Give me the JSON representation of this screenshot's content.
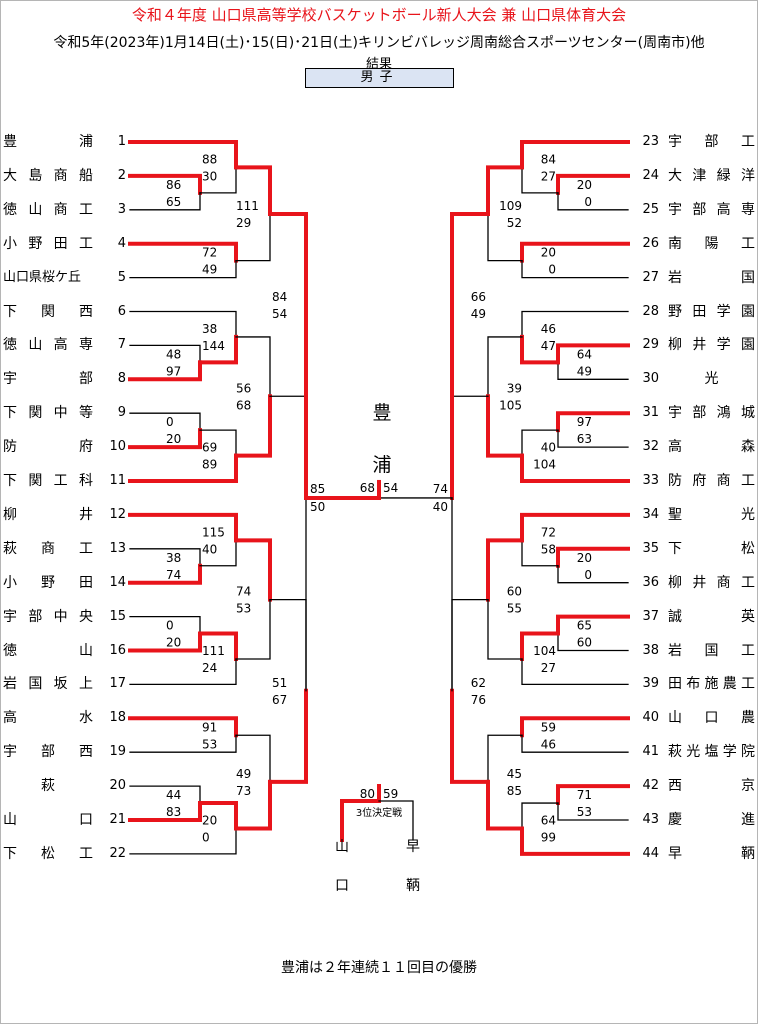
{
  "header": {
    "title": "令和４年度 山口県高等学校バスケットボール新人大会 兼 山口県体育大会",
    "subtitle": "令和5年(2023年)1月14日(土)･15(日)･21日(土)キリンビバレッジ周南総合スポーツセンター(周南市)他",
    "result_label": "結果",
    "gender": "男子"
  },
  "teams": [
    {
      "seed": 1,
      "name": "豊浦"
    },
    {
      "seed": 2,
      "name": "大島商船"
    },
    {
      "seed": 3,
      "name": "徳山商工"
    },
    {
      "seed": 4,
      "name": "小野田工"
    },
    {
      "seed": 5,
      "name": "山口県桜ケ丘"
    },
    {
      "seed": 6,
      "name": "下関西"
    },
    {
      "seed": 7,
      "name": "徳山高専"
    },
    {
      "seed": 8,
      "name": "宇部"
    },
    {
      "seed": 9,
      "name": "下関中等"
    },
    {
      "seed": 10,
      "name": "防府"
    },
    {
      "seed": 11,
      "name": "下関工科"
    },
    {
      "seed": 12,
      "name": "柳井"
    },
    {
      "seed": 13,
      "name": "萩商工"
    },
    {
      "seed": 14,
      "name": "小野田"
    },
    {
      "seed": 15,
      "name": "宇部中央"
    },
    {
      "seed": 16,
      "name": "徳山"
    },
    {
      "seed": 17,
      "name": "岩国坂上"
    },
    {
      "seed": 18,
      "name": "高水"
    },
    {
      "seed": 19,
      "name": "宇部西"
    },
    {
      "seed": 20,
      "name": "萩"
    },
    {
      "seed": 21,
      "name": "山口"
    },
    {
      "seed": 22,
      "name": "下松工"
    },
    {
      "seed": 23,
      "name": "宇部工"
    },
    {
      "seed": 24,
      "name": "大津緑洋"
    },
    {
      "seed": 25,
      "name": "宇部高専"
    },
    {
      "seed": 26,
      "name": "南陽工"
    },
    {
      "seed": 27,
      "name": "岩国"
    },
    {
      "seed": 28,
      "name": "野田学園"
    },
    {
      "seed": 29,
      "name": "柳井学園"
    },
    {
      "seed": 30,
      "name": "光"
    },
    {
      "seed": 31,
      "name": "宇部鴻城"
    },
    {
      "seed": 32,
      "name": "高森"
    },
    {
      "seed": 33,
      "name": "防府商工"
    },
    {
      "seed": 34,
      "name": "聖光"
    },
    {
      "seed": 35,
      "name": "下松"
    },
    {
      "seed": 36,
      "name": "柳井商工"
    },
    {
      "seed": 37,
      "name": "誠英"
    },
    {
      "seed": 38,
      "name": "岩国工"
    },
    {
      "seed": 39,
      "name": "田布施農工"
    },
    {
      "seed": 40,
      "name": "山口農"
    },
    {
      "seed": 41,
      "name": "萩光塩学院"
    },
    {
      "seed": 42,
      "name": "西京"
    },
    {
      "seed": 43,
      "name": "慶進"
    },
    {
      "seed": 44,
      "name": "早鞆"
    }
  ],
  "matches": {
    "L2_3": {
      "scores": [
        86,
        65
      ]
    },
    "L1_23": {
      "scores": [
        88,
        30
      ]
    },
    "L4_5": {
      "scores": [
        72,
        49
      ]
    },
    "LA": {
      "scores": [
        111,
        29
      ]
    },
    "L7_8": {
      "scores": [
        48,
        97
      ]
    },
    "L6_78": {
      "scores": [
        38,
        144
      ]
    },
    "L9_10": {
      "scores": [
        0,
        20
      ]
    },
    "LB": {
      "scores": [
        69,
        89
      ]
    },
    "LC": {
      "scores": [
        56,
        68
      ]
    },
    "LQ1": {
      "scores": [
        84,
        54
      ]
    },
    "L13_14": {
      "scores": [
        38,
        74
      ]
    },
    "L12_1314": {
      "scores": [
        115,
        40
      ]
    },
    "L15_16": {
      "scores": [
        0,
        20
      ]
    },
    "LD": {
      "scores": [
        111,
        24
      ]
    },
    "LE": {
      "scores": [
        74,
        53
      ]
    },
    "L18_19": {
      "scores": [
        91,
        53
      ]
    },
    "L20_21": {
      "scores": [
        44,
        83
      ]
    },
    "LF": {
      "scores": [
        20,
        0
      ]
    },
    "LG": {
      "scores": [
        49,
        73
      ]
    },
    "LQ2": {
      "scores": [
        51,
        67
      ]
    },
    "LSF": {
      "scores": [
        85,
        50
      ]
    },
    "R24_25": {
      "scores": [
        20,
        0
      ]
    },
    "R23_2425": {
      "scores": [
        84,
        27
      ]
    },
    "R26_27": {
      "scores": [
        20,
        0
      ]
    },
    "RA": {
      "scores": [
        109,
        52
      ]
    },
    "R29_30": {
      "scores": [
        64,
        49
      ]
    },
    "R28_2930": {
      "scores": [
        46,
        47
      ]
    },
    "R31_32": {
      "scores": [
        97,
        63
      ]
    },
    "RB": {
      "scores": [
        40,
        104
      ]
    },
    "RC": {
      "scores": [
        39,
        105
      ]
    },
    "RQ1": {
      "scores": [
        66,
        49
      ]
    },
    "R35_36": {
      "scores": [
        20,
        0
      ]
    },
    "R34_3536": {
      "scores": [
        72,
        58
      ]
    },
    "R37_38": {
      "scores": [
        65,
        60
      ]
    },
    "RD": {
      "scores": [
        104,
        27
      ]
    },
    "RE": {
      "scores": [
        60,
        55
      ]
    },
    "R40_41": {
      "scores": [
        59,
        46
      ]
    },
    "R42_43": {
      "scores": [
        71,
        53
      ]
    },
    "RF": {
      "scores": [
        64,
        99
      ]
    },
    "RG": {
      "scores": [
        45,
        85
      ]
    },
    "RQ2": {
      "scores": [
        62,
        76
      ]
    },
    "RSF": {
      "scores": [
        74,
        40
      ]
    },
    "final": {
      "scores": [
        68,
        54
      ]
    },
    "third_place": {
      "scores": [
        80,
        59
      ],
      "label": "3位決定戦"
    }
  },
  "champion": "豊浦",
  "third_place_teams": [
    "山口",
    "早鞆"
  ],
  "footer": "豊浦は２年連続１１回目の優勝",
  "colors": {
    "winner_line": "#e8141b",
    "loser_line": "#000000",
    "title": "#e8141b",
    "gender_box": "#dbe4f3"
  }
}
